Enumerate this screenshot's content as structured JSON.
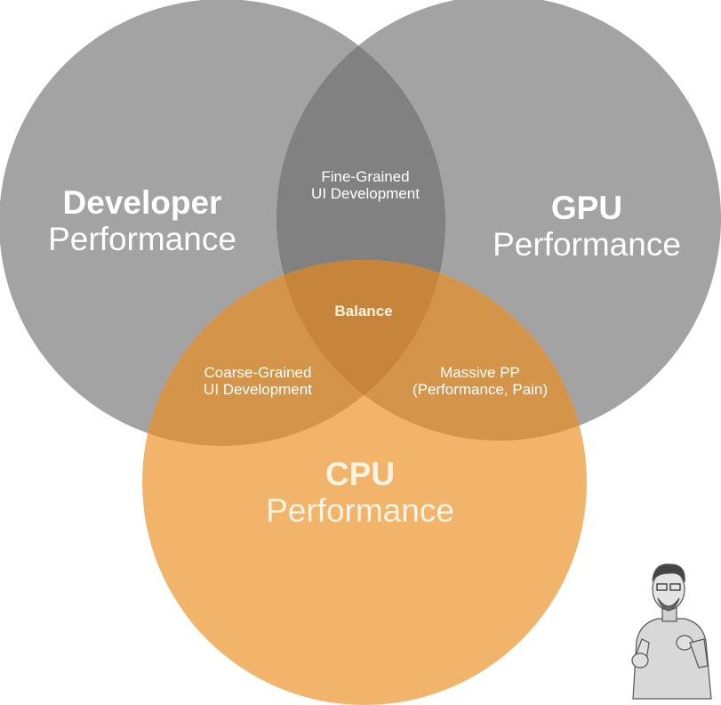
{
  "diagram": {
    "type": "venn",
    "sets": {
      "developer": {
        "title": "Developer",
        "subtitle": "Performance"
      },
      "gpu": {
        "title": "GPU",
        "subtitle": "Performance"
      },
      "cpu": {
        "title": "CPU",
        "subtitle": "Performance"
      }
    },
    "intersections": {
      "developer_gpu": {
        "line1": "Fine-Grained",
        "line2": "UI Development"
      },
      "developer_cpu": {
        "line1": "Coarse-Grained",
        "line2": "UI Development"
      },
      "gpu_cpu": {
        "line1": "Massive PP",
        "line2": "(Performance, Pain)"
      },
      "all": {
        "label": "Balance"
      }
    },
    "colors": {
      "gray": "#a3a3a3",
      "gray_overlap": "#818181",
      "orange": "#f2b46a",
      "orange_overlap": "#d4954a",
      "center": "#c6853a"
    }
  },
  "decoration": {
    "icon": "cartoon-man-thumbs-up"
  }
}
